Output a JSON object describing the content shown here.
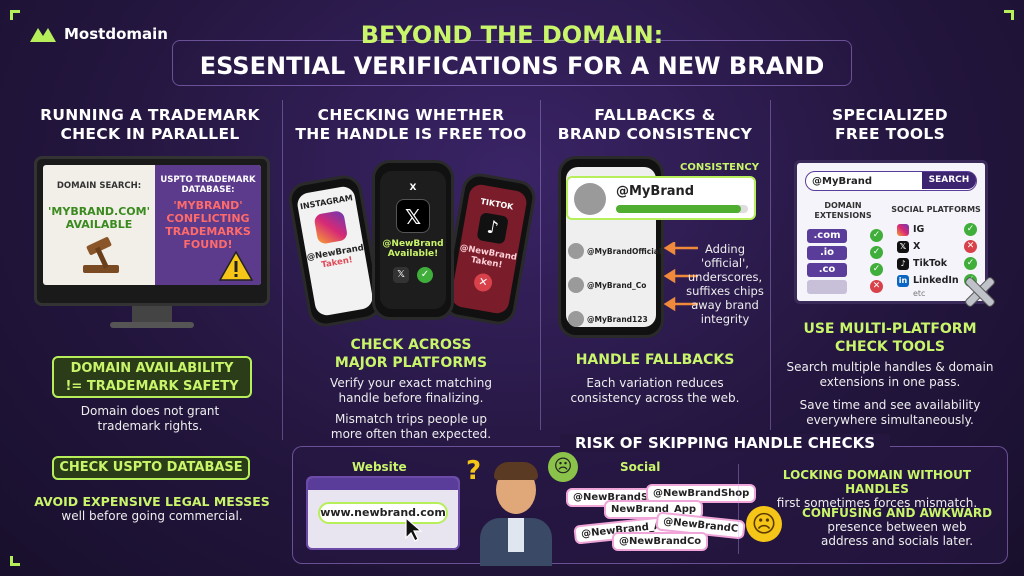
{
  "brand": {
    "name": "Mostdomain"
  },
  "title": {
    "line1": "BEYOND THE DOMAIN:",
    "line2": "ESSENTIAL VERIFICATIONS FOR A NEW BRAND"
  },
  "col1": {
    "heading1": "RUNNING A TRADEMARK",
    "heading2": "CHECK IN PARALLEL",
    "domain_search_label": "DOMAIN SEARCH:",
    "domain_result1": "'MYBRAND.COM'",
    "domain_result2": "AVAILABLE",
    "uspto_label1": "USPTO TRADEMARK",
    "uspto_label2": "DATABASE:",
    "uspto_result1": "'MYBRAND'",
    "uspto_result2": "CONFLICTING",
    "uspto_result3": "TRADEMARKS",
    "uspto_result4": "FOUND!",
    "avail_box1": "DOMAIN AVAILABILITY",
    "avail_box2": "!= TRADEMARK SAFETY",
    "avail_text1": "Domain does not grant",
    "avail_text2": "trademark rights.",
    "uspto_btn": "CHECK USPTO DATABASE",
    "avoid1": "AVOID EXPENSIVE LEGAL MESSES",
    "avoid2": "well before going commercial."
  },
  "col2": {
    "heading1": "CHECKING WHETHER",
    "heading2": "THE HANDLE IS FREE TOO",
    "instagram_label": "INSTAGRAM",
    "instagram_handle": "@NewBrand",
    "instagram_status": "Taken!",
    "x_label": "X",
    "x_handle": "@NewBrand",
    "x_status": "Available!",
    "tiktok_label": "TIKTOK",
    "tiktok_handle": "@NewBrand",
    "tiktok_status": "Taken!",
    "sub1": "CHECK ACROSS",
    "sub2": "MAJOR PLATFORMS",
    "text1": "Verify your exact matching",
    "text2": "handle before finalizing.",
    "text3": "Mismatch trips people up",
    "text4": "more often than expected."
  },
  "col3": {
    "heading1": "FALLBACKS &",
    "heading2": "BRAND CONSISTENCY",
    "consistency_label": "CONSISTENCY",
    "main_handle": "@MyBrand",
    "handles": [
      "@MyBrandOfficial",
      "@MyBrand_Co",
      "@MyBrand123"
    ],
    "note": [
      "Adding",
      "'official',",
      "underscores,",
      "suffixes chips",
      "away brand",
      "integrity"
    ],
    "sub": "HANDLE FALLBACKS",
    "text1": "Each variation reduces",
    "text2": "consistency across the web."
  },
  "col4": {
    "heading1": "SPECIALIZED",
    "heading2": "FREE TOOLS",
    "search_value": "@MyBrand",
    "search_btn": "SEARCH",
    "domain_ext_label1": "DOMAIN",
    "domain_ext_label2": "EXTENSIONS",
    "extensions": [
      ".com",
      ".io",
      ".co",
      ""
    ],
    "social_label": "SOCIAL PLATFORMS",
    "platforms": [
      "IG",
      "X",
      "TikTok",
      "LinkedIn"
    ],
    "platforms_extra": "etc",
    "sub1": "USE MULTI-PLATFORM",
    "sub2": "CHECK TOOLS",
    "text1": "Search multiple handles & domain",
    "text2": "extensions in one pass.",
    "text3": "Save time and see availability",
    "text4": "everywhere simultaneously."
  },
  "risk": {
    "heading": "RISK OF SKIPPING HANDLE CHECKS",
    "website_label": "Website",
    "website_url": "www.newbrand.com",
    "question": "?",
    "social_label": "Social",
    "chips": [
      "@NewBrandShop",
      "@NewBrandShop",
      "NewBrand_App",
      "@NewBrand_App",
      "@NewBrandC",
      "@NewBrandCo"
    ],
    "point1a": "LOCKING DOMAIN WITHOUT HANDLES",
    "point1b": "first sometimes forces mismatch.",
    "point2a": "CONFUSING AND AWKWARD",
    "point2b": "presence between web",
    "point2c": "address and socials later."
  },
  "colors": {
    "accent": "#c9f56a",
    "purple": "#2a1a4a",
    "alert": "#e04b5a"
  }
}
